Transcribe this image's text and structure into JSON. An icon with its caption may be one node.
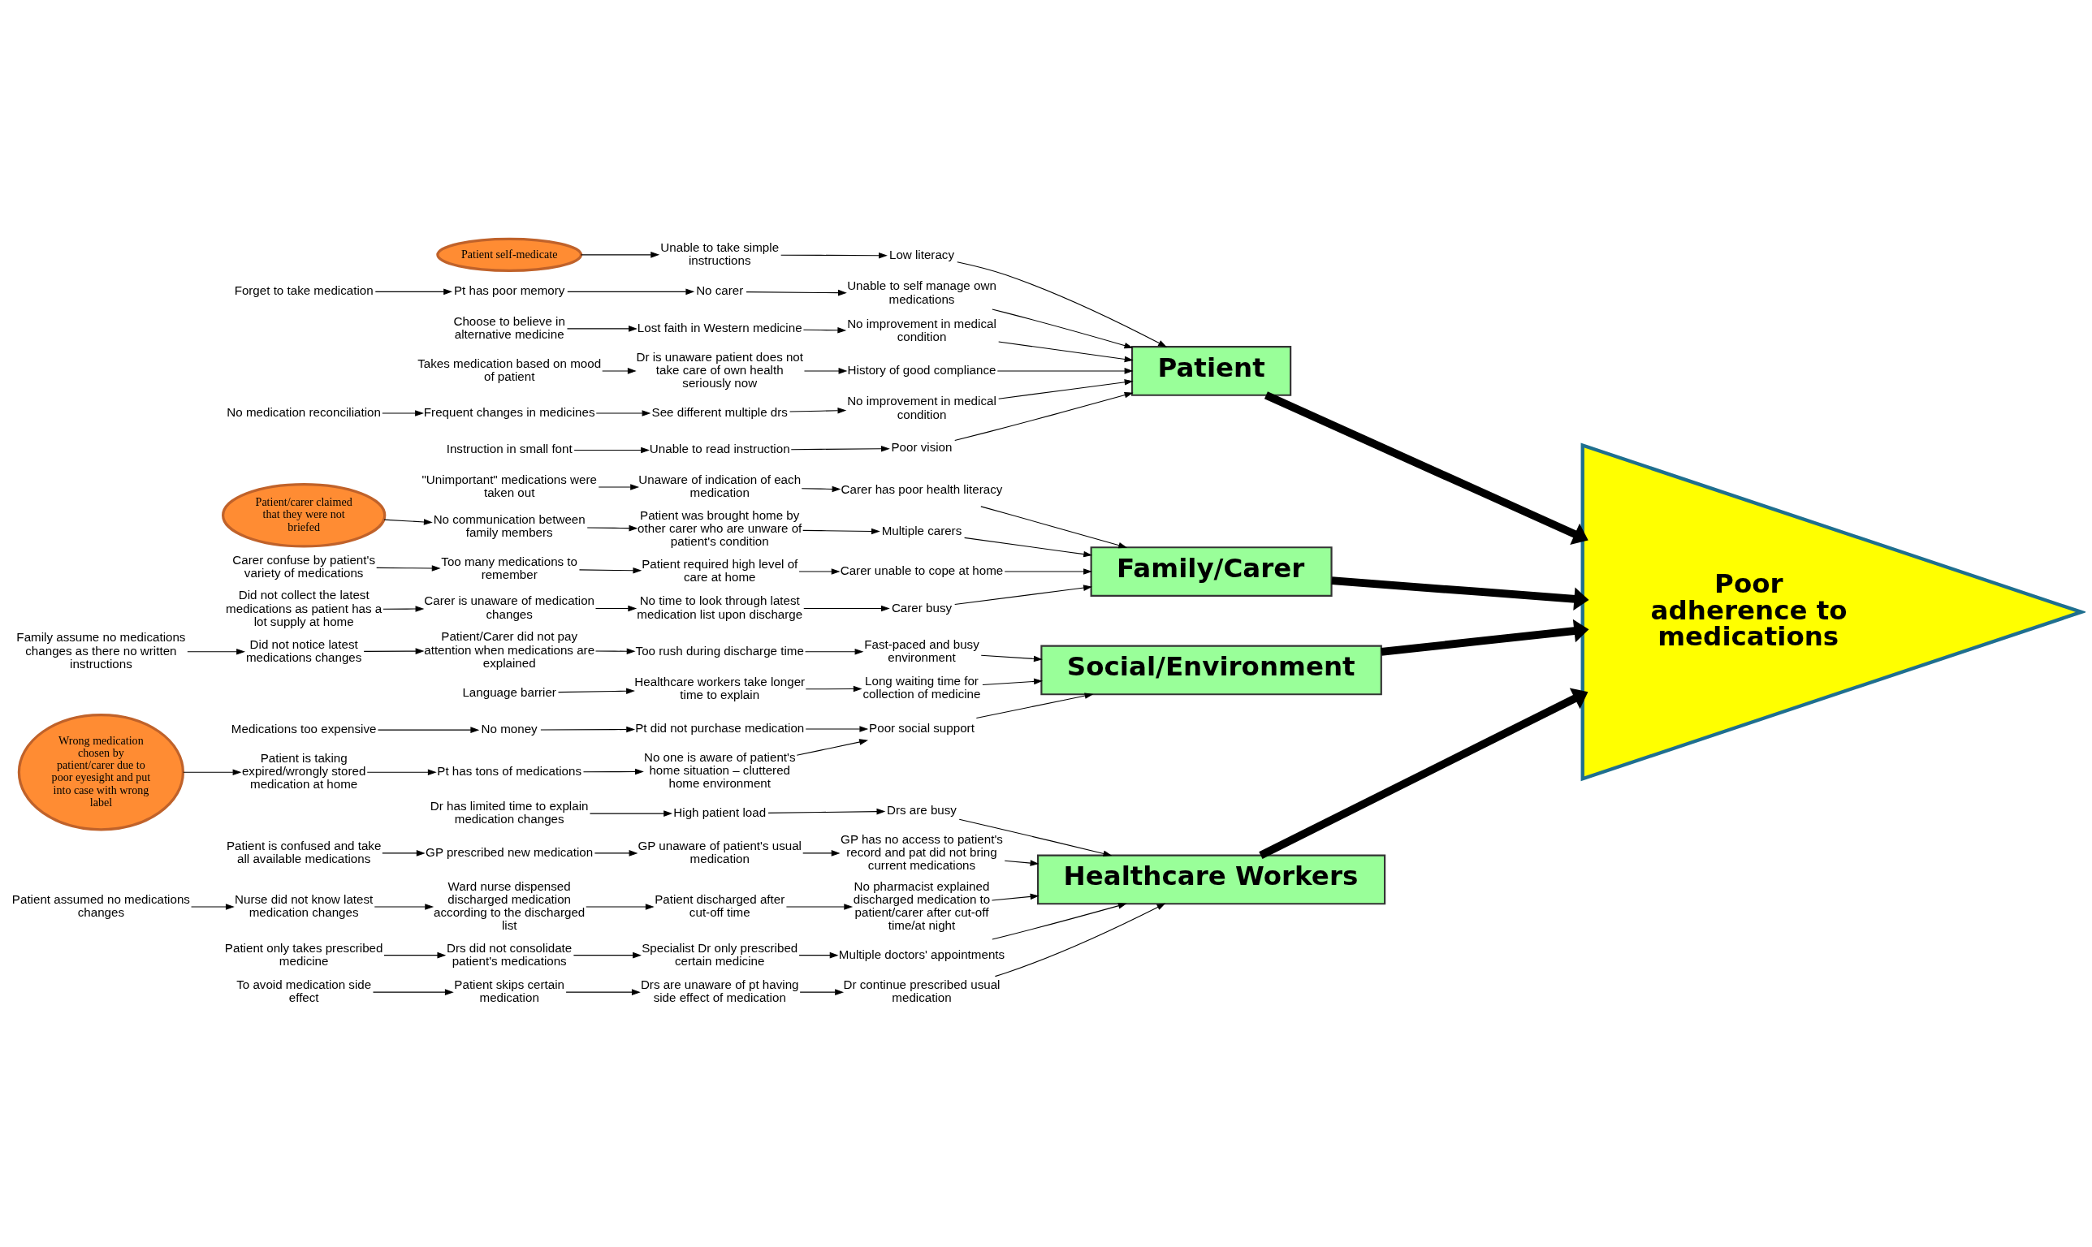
{
  "diagram": {
    "nodes": [
      {
        "text": [
          "Poor adherence to medications"
        ]
      },
      {
        "text": [
          "Patient"
        ]
      },
      {
        "text": [
          "Family/Carer"
        ]
      },
      {
        "text": [
          "Social/Environment"
        ]
      },
      {
        "text": [
          "Healthcare Workers"
        ]
      },
      {
        "text": [
          "Low literacy"
        ]
      },
      {
        "text": [
          "Unable to self manage own medications"
        ]
      },
      {
        "text": [
          "Pt has poor memory"
        ]
      },
      {
        "text": [
          "No carer"
        ]
      },
      {
        "text": [
          "Forget to take medication"
        ]
      },
      {
        "text": [
          "Patient self-medicate"
        ]
      },
      {
        "text": [
          "Unable to take simple instructions"
        ]
      },
      {
        "text": [
          "No improvement in medical condition"
        ]
      },
      {
        "text": [
          "Choose to believe in alternative medicine"
        ]
      },
      {
        "text": [
          "Lost faith in Western medicine"
        ]
      },
      {
        "text": [
          "History of good compliance"
        ]
      },
      {
        "text": [
          "Takes medication based on mood of patient"
        ]
      },
      {
        "text": [
          "Dr is unaware patient does not take care of own health seriously now"
        ]
      },
      {
        "text": [
          "No improvement in medical condition"
        ]
      },
      {
        "text": [
          "Frequent changes in medicines"
        ]
      },
      {
        "text": [
          "See different multiple drs"
        ]
      },
      {
        "text": [
          "No medication reconciliation"
        ]
      },
      {
        "text": [
          "Poor vision"
        ]
      },
      {
        "text": [
          "Instruction in small font"
        ]
      },
      {
        "text": [
          "Unable to read instruction"
        ]
      },
      {
        "text": [
          "Carer has poor health literacy"
        ]
      },
      {
        "text": [
          "Multiple carers"
        ]
      },
      {
        "text": [
          "No communication between family members"
        ]
      },
      {
        "text": [
          "\"Unimportant\" medications were taken out"
        ]
      },
      {
        "text": [
          "Patient was brought home by other carer who are unware of patient's condition"
        ]
      },
      {
        "text": [
          "Patient/carer claimed that they were not briefed"
        ]
      },
      {
        "text": [
          "Unaware of indication of each medication"
        ]
      },
      {
        "text": [
          "Carer unable to cope at home"
        ]
      },
      {
        "text": [
          "Too many medications to remember"
        ]
      },
      {
        "text": [
          "Carer busy"
        ]
      },
      {
        "text": [
          "Patient required high level of care at home"
        ]
      },
      {
        "text": [
          "Carer confuse by patient's variety of medications"
        ]
      },
      {
        "text": [
          "Carer is unaware of medication changes"
        ]
      },
      {
        "text": [
          "Did not collect the latest medications as patient has a lot supply at home"
        ]
      },
      {
        "text": [
          "No time to look through latest medication list upon discharge"
        ]
      },
      {
        "text": [
          "Fast-paced and busy environment"
        ]
      },
      {
        "text": [
          "Pt did not purchase medication"
        ]
      },
      {
        "text": [
          "Patient/Carer did not pay attention when medications are explained"
        ]
      },
      {
        "text": [
          "No money"
        ]
      },
      {
        "text": [
          "Family assume no medications changes as there no written instructions"
        ]
      },
      {
        "text": [
          "Did not notice latest medications changes"
        ]
      },
      {
        "text": [
          "Medications too expensive"
        ]
      },
      {
        "text": [
          "Too rush during discharge time"
        ]
      },
      {
        "text": [
          "Long waiting time for collection of medicine"
        ]
      },
      {
        "text": [
          "Poor social support"
        ]
      },
      {
        "text": [
          "Language barrier"
        ]
      },
      {
        "text": [
          "Pt has tons of medications"
        ]
      },
      {
        "text": [
          "Wrong medication chosen by patient/carer due to poor eyesight and put into case with wrong label"
        ]
      },
      {
        "text": [
          "Healthcare workers take longer time to explain"
        ]
      },
      {
        "text": [
          "Patient is taking expired/wrongly stored medication at home"
        ]
      },
      {
        "text": [
          "No one is aware of patient's home situation – cluttered home environment"
        ]
      },
      {
        "text": [
          "Drs are busy"
        ]
      },
      {
        "text": [
          "Dr has limited time to explain medication changes"
        ]
      },
      {
        "text": [
          "High patient load"
        ]
      },
      {
        "text": [
          "GP has no access to patient's record and pat did not bring current medications"
        ]
      },
      {
        "text": [
          "GP prescribed new medication"
        ]
      },
      {
        "text": [
          "GP unaware of patient's usual medication"
        ]
      },
      {
        "text": [
          "Patient is confused and take all available medications"
        ]
      },
      {
        "text": [
          "No pharmacist explained discharged medication to patient/carer after cut-off time/at night"
        ]
      },
      {
        "text": [
          "Specialist Dr only prescribed certain medicine"
        ]
      },
      {
        "text": [
          "Patient only takes prescribed medicine"
        ]
      },
      {
        "text": [
          "Ward nurse dispensed discharged medication according to the discharged list"
        ]
      },
      {
        "text": [
          "Drs did not consolidate patient's medications"
        ]
      },
      {
        "text": [
          "Patient assumed no medications changes"
        ]
      },
      {
        "text": [
          "Nurse did not know latest medication changes"
        ]
      },
      {
        "text": [
          "Multiple doctors' appointments"
        ]
      },
      {
        "text": [
          "Patient discharged after cut-off time"
        ]
      },
      {
        "text": [
          "Dr continue prescribed usual medication"
        ]
      },
      {
        "text": [
          "Patient skips certain medication"
        ]
      },
      {
        "text": [
          "Drs are unaware of pt having side effect of medication"
        ]
      },
      {
        "text": [
          "To avoid medication side effect"
        ]
      }
    ],
    "edges": [
      {
        "from": 1,
        "to": 0,
        "arrow": "to",
        "style": "thick"
      },
      {
        "from": 2,
        "to": 0,
        "arrow": "to",
        "style": "thick"
      },
      {
        "from": 3,
        "to": 0,
        "arrow": "to",
        "style": "thick"
      },
      {
        "from": 4,
        "to": 0,
        "arrow": "to",
        "style": "thick"
      },
      {
        "from": 5,
        "to": 1,
        "arrow": "to"
      },
      {
        "from": 6,
        "to": 1,
        "arrow": "to"
      },
      {
        "from": 8,
        "to": 6,
        "arrow": "to"
      },
      {
        "from": 7,
        "to": 8,
        "arrow": "to"
      },
      {
        "from": 9,
        "to": 7,
        "arrow": "to"
      },
      {
        "from": 10,
        "to": 11,
        "arrow": "to"
      },
      {
        "from": 11,
        "to": 5,
        "arrow": "to"
      },
      {
        "from": 12,
        "to": 1,
        "arrow": "to"
      },
      {
        "from": 14,
        "to": 12,
        "arrow": "to"
      },
      {
        "from": 13,
        "to": 14,
        "arrow": "to"
      },
      {
        "from": 15,
        "to": 1,
        "arrow": "to"
      },
      {
        "from": 17,
        "to": 15,
        "arrow": "to"
      },
      {
        "from": 16,
        "to": 17,
        "arrow": "to"
      },
      {
        "from": 18,
        "to": 1,
        "arrow": "to"
      },
      {
        "from": 20,
        "to": 18,
        "arrow": "to"
      },
      {
        "from": 19,
        "to": 20,
        "arrow": "to"
      },
      {
        "from": 21,
        "to": 19,
        "arrow": "to"
      },
      {
        "from": 22,
        "to": 1,
        "arrow": "to"
      },
      {
        "from": 24,
        "to": 22,
        "arrow": "to"
      },
      {
        "from": 23,
        "to": 24,
        "arrow": "to"
      },
      {
        "from": 26,
        "to": 2,
        "arrow": "to"
      },
      {
        "from": 25,
        "to": 2,
        "arrow": "to"
      },
      {
        "from": 31,
        "to": 25,
        "arrow": "to"
      },
      {
        "from": 28,
        "to": 31,
        "arrow": "to"
      },
      {
        "from": 29,
        "to": 26,
        "arrow": "to"
      },
      {
        "from": 27,
        "to": 29,
        "arrow": "to"
      },
      {
        "from": 30,
        "to": 27,
        "arrow": "to"
      },
      {
        "from": 32,
        "to": 2,
        "arrow": "to"
      },
      {
        "from": 35,
        "to": 32,
        "arrow": "to"
      },
      {
        "from": 33,
        "to": 35,
        "arrow": "to"
      },
      {
        "from": 36,
        "to": 33,
        "arrow": "to"
      },
      {
        "from": 34,
        "to": 2,
        "arrow": "to"
      },
      {
        "from": 39,
        "to": 34,
        "arrow": "to"
      },
      {
        "from": 37,
        "to": 39,
        "arrow": "to"
      },
      {
        "from": 38,
        "to": 37,
        "arrow": "to"
      },
      {
        "from": 40,
        "to": 3,
        "arrow": "to"
      },
      {
        "from": 47,
        "to": 40,
        "arrow": "to"
      },
      {
        "from": 42,
        "to": 47,
        "arrow": "to"
      },
      {
        "from": 45,
        "to": 42,
        "arrow": "to"
      },
      {
        "from": 44,
        "to": 45,
        "arrow": "to"
      },
      {
        "from": 48,
        "to": 3,
        "arrow": "to"
      },
      {
        "from": 53,
        "to": 48,
        "arrow": "to"
      },
      {
        "from": 50,
        "to": 53,
        "arrow": "to"
      },
      {
        "from": 49,
        "to": 3,
        "arrow": "to"
      },
      {
        "from": 41,
        "to": 49,
        "arrow": "to"
      },
      {
        "from": 43,
        "to": 41,
        "arrow": "to"
      },
      {
        "from": 46,
        "to": 43,
        "arrow": "to"
      },
      {
        "from": 55,
        "to": 49,
        "arrow": "to"
      },
      {
        "from": 51,
        "to": 55,
        "arrow": "to"
      },
      {
        "from": 54,
        "to": 51,
        "arrow": "to"
      },
      {
        "from": 52,
        "to": 54,
        "arrow": "to"
      },
      {
        "from": 56,
        "to": 4,
        "arrow": "to"
      },
      {
        "from": 58,
        "to": 56,
        "arrow": "to"
      },
      {
        "from": 57,
        "to": 58,
        "arrow": "to"
      },
      {
        "from": 59,
        "to": 4,
        "arrow": "to"
      },
      {
        "from": 61,
        "to": 59,
        "arrow": "to"
      },
      {
        "from": 60,
        "to": 61,
        "arrow": "to"
      },
      {
        "from": 62,
        "to": 60,
        "arrow": "to"
      },
      {
        "from": 63,
        "to": 4,
        "arrow": "to"
      },
      {
        "from": 71,
        "to": 63,
        "arrow": "to"
      },
      {
        "from": 66,
        "to": 71,
        "arrow": "to"
      },
      {
        "from": 69,
        "to": 66,
        "arrow": "to"
      },
      {
        "from": 68,
        "to": 69,
        "arrow": "to"
      },
      {
        "from": 70,
        "to": 4,
        "arrow": "to"
      },
      {
        "from": 64,
        "to": 70,
        "arrow": "to"
      },
      {
        "from": 67,
        "to": 64,
        "arrow": "to"
      },
      {
        "from": 65,
        "to": 67,
        "arrow": "to"
      },
      {
        "from": 72,
        "to": 4,
        "arrow": "to"
      },
      {
        "from": 74,
        "to": 72,
        "arrow": "to"
      },
      {
        "from": 73,
        "to": 74,
        "arrow": "to"
      },
      {
        "from": 75,
        "to": 73,
        "arrow": "to"
      }
    ]
  }
}
